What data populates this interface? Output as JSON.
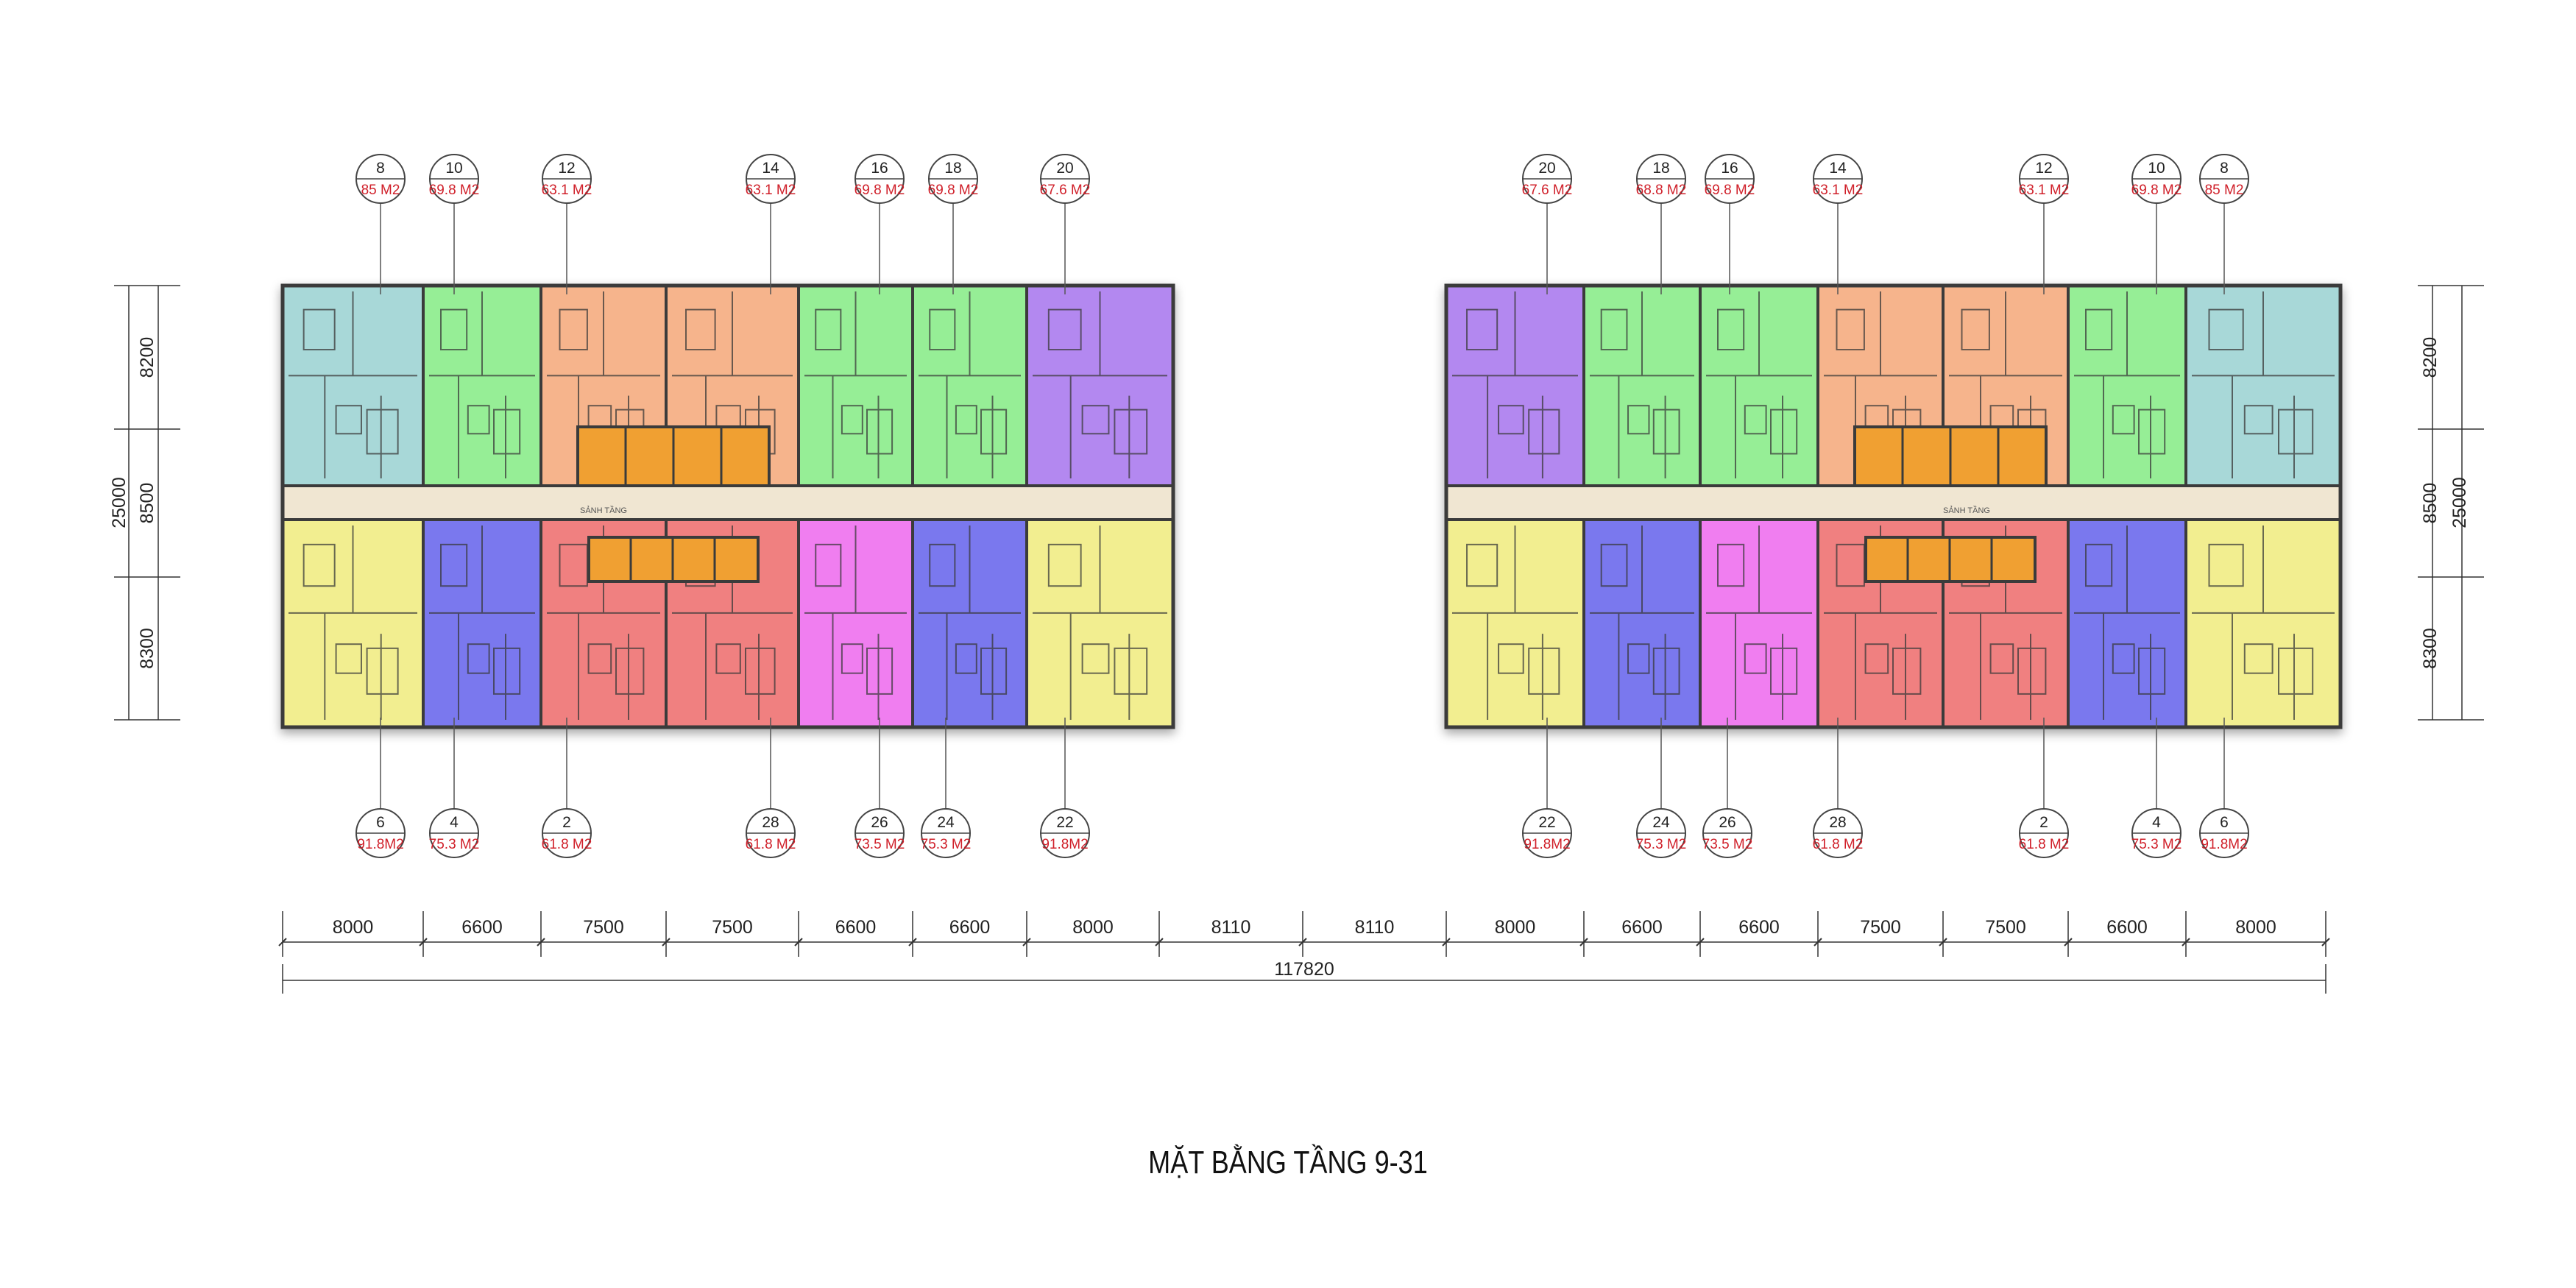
{
  "title": "MẶT BẰNG TẦNG 9-31",
  "lobby_label": "SẢNH TẦNG",
  "colors": {
    "teal": "#a8d8d8",
    "green": "#96ee96",
    "orange": "#f6b48c",
    "purple": "#b388f0",
    "yellow": "#f2ee90",
    "blue": "#7a78ee",
    "red": "#f08080",
    "pink": "#f07ef0",
    "core": "#f0a030",
    "corridor": "#f0e6d2",
    "wall": "#3a3a3a"
  },
  "left_block": {
    "top_units": [
      {
        "num": "8",
        "area": "85 M2",
        "color": "teal"
      },
      {
        "num": "10",
        "area": "69.8 M2",
        "color": "green"
      },
      {
        "num": "12",
        "area": "63.1 M2",
        "color": "orange"
      },
      {
        "num": "14",
        "area": "63.1 M2",
        "color": "orange"
      },
      {
        "num": "16",
        "area": "69.8 M2",
        "color": "green"
      },
      {
        "num": "18",
        "area": "69.8 M2",
        "color": "green"
      },
      {
        "num": "20",
        "area": "67.6 M2",
        "color": "purple"
      }
    ],
    "bottom_units": [
      {
        "num": "6",
        "area": "91.8M2",
        "color": "yellow"
      },
      {
        "num": "4",
        "area": "75.3 M2",
        "color": "blue"
      },
      {
        "num": "2",
        "area": "61.8 M2",
        "color": "red"
      },
      {
        "num": "28",
        "area": "61.8 M2",
        "color": "red"
      },
      {
        "num": "26",
        "area": "73.5 M2",
        "color": "pink"
      },
      {
        "num": "24",
        "area": "75.3 M2",
        "color": "blue"
      },
      {
        "num": "22",
        "area": "91.8M2",
        "color": "yellow"
      }
    ]
  },
  "right_block": {
    "top_units": [
      {
        "num": "20",
        "area": "67.6 M2",
        "color": "purple"
      },
      {
        "num": "18",
        "area": "68.8 M2",
        "color": "green"
      },
      {
        "num": "16",
        "area": "69.8 M2",
        "color": "green"
      },
      {
        "num": "14",
        "area": "63.1 M2",
        "color": "orange"
      },
      {
        "num": "12",
        "area": "63.1 M2",
        "color": "orange"
      },
      {
        "num": "10",
        "area": "69.8 M2",
        "color": "green"
      },
      {
        "num": "8",
        "area": "85 M2",
        "color": "teal"
      }
    ],
    "bottom_units": [
      {
        "num": "22",
        "area": "91.8M2",
        "color": "yellow"
      },
      {
        "num": "24",
        "area": "75.3 M2",
        "color": "blue"
      },
      {
        "num": "26",
        "area": "73.5 M2",
        "color": "pink"
      },
      {
        "num": "28",
        "area": "61.8 M2",
        "color": "red"
      },
      {
        "num": "2",
        "area": "61.8 M2",
        "color": "red"
      },
      {
        "num": "4",
        "area": "75.3 M2",
        "color": "blue"
      },
      {
        "num": "6",
        "area": "91.8M2",
        "color": "yellow"
      }
    ]
  },
  "vertical_dimensions": {
    "segments": [
      "8200",
      "8500",
      "8300"
    ],
    "total": "25000"
  },
  "horizontal_dimensions": {
    "segments": [
      "8000",
      "6600",
      "7500",
      "7500",
      "6600",
      "6600",
      "8000",
      "8110",
      "8110",
      "8000",
      "6600",
      "6600",
      "7500",
      "7500",
      "6600",
      "8000"
    ],
    "total": "117820"
  }
}
